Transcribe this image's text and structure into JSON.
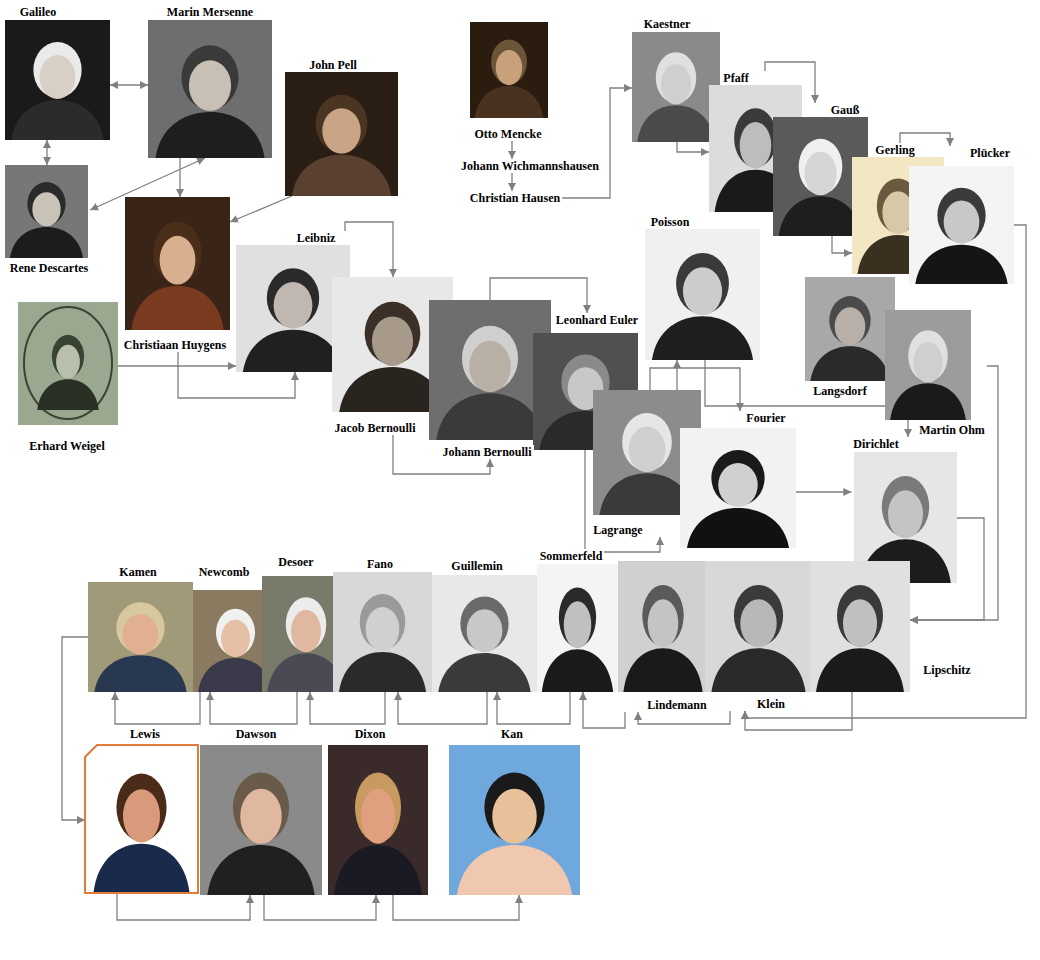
{
  "diagram": {
    "nodes": [
      {
        "text": [
          "Galileo"
        ]
      },
      {
        "text": [
          "Marin Mersenne"
        ]
      },
      {
        "text": [
          "John Pell"
        ]
      },
      {
        "text": [
          "Otto Mencke"
        ]
      },
      {
        "text": [
          "Johann Wichmannshausen"
        ]
      },
      {
        "text": [
          "Christian Hausen"
        ]
      },
      {
        "text": [
          "Kaestner"
        ]
      },
      {
        "text": [
          "Pfaff"
        ]
      },
      {
        "text": [
          "Gauß"
        ]
      },
      {
        "text": [
          "Gerling"
        ]
      },
      {
        "text": [
          "Plücker"
        ]
      },
      {
        "text": [
          "Rene Descartes"
        ]
      },
      {
        "text": [
          "Christiaan Huygens"
        ]
      },
      {
        "text": [
          "Leibniz"
        ]
      },
      {
        "text": [
          "Erhard Weigel"
        ]
      },
      {
        "text": [
          "Jacob Bernoulli"
        ]
      },
      {
        "text": [
          "Johann Bernoulli"
        ]
      },
      {
        "text": [
          "Leonhard Euler"
        ]
      },
      {
        "text": [
          "Poisson"
        ]
      },
      {
        "text": [
          "Lagrange"
        ]
      },
      {
        "text": [
          "Fourier"
        ]
      },
      {
        "text": [
          "Langsdorf"
        ]
      },
      {
        "text": [
          "Martin Ohm"
        ]
      },
      {
        "text": [
          "Dirichlet"
        ]
      },
      {
        "text": [
          "Kamen"
        ]
      },
      {
        "text": [
          "Newcomb"
        ]
      },
      {
        "text": [
          "Desoer"
        ]
      },
      {
        "text": [
          "Fano"
        ]
      },
      {
        "text": [
          "Guillemin"
        ]
      },
      {
        "text": [
          "Sommerfeld"
        ]
      },
      {
        "text": [
          "Lindemann"
        ]
      },
      {
        "text": [
          "Klein"
        ]
      },
      {
        "text": [
          "Lipschitz"
        ]
      },
      {
        "text": [
          "Lewis"
        ]
      },
      {
        "text": [
          "Dawson"
        ]
      },
      {
        "text": [
          "Dixon"
        ]
      },
      {
        "text": [
          "Kan"
        ]
      }
    ],
    "edges": [
      {
        "from": 0,
        "to": 1,
        "arrow": "both"
      },
      {
        "from": 0,
        "to": 11,
        "arrow": "both"
      },
      {
        "from": 1,
        "to": 11,
        "arrow": "both"
      },
      {
        "from": 1,
        "to": 12,
        "arrow": "to"
      },
      {
        "from": 2,
        "to": 12,
        "arrow": "to"
      },
      {
        "from": 3,
        "to": 4,
        "arrow": "to"
      },
      {
        "from": 4,
        "to": 5,
        "arrow": "to"
      },
      {
        "from": 5,
        "to": 6,
        "arrow": "to"
      },
      {
        "from": 6,
        "to": 7,
        "arrow": "to"
      },
      {
        "from": 7,
        "to": 8,
        "arrow": "to"
      },
      {
        "from": 8,
        "to": 9,
        "arrow": "to"
      },
      {
        "from": 9,
        "to": 10,
        "arrow": "to"
      },
      {
        "from": 10,
        "to": 31,
        "arrow": "to"
      },
      {
        "from": 12,
        "to": 13,
        "arrow": "to"
      },
      {
        "from": 14,
        "to": 13,
        "arrow": "to"
      },
      {
        "from": 13,
        "to": 15,
        "arrow": "to"
      },
      {
        "from": 15,
        "to": 16,
        "arrow": "to"
      },
      {
        "from": 16,
        "to": 17,
        "arrow": "to"
      },
      {
        "from": 17,
        "to": 19,
        "arrow": "to"
      },
      {
        "from": 19,
        "to": 18,
        "arrow": "to"
      },
      {
        "from": 19,
        "to": 20,
        "arrow": "to"
      },
      {
        "from": 18,
        "to": 23,
        "arrow": "to"
      },
      {
        "from": 20,
        "to": 23,
        "arrow": "to"
      },
      {
        "from": 22,
        "to": 32,
        "arrow": "to"
      },
      {
        "from": 23,
        "to": 32,
        "arrow": "to"
      },
      {
        "from": 32,
        "to": 31,
        "arrow": "to"
      },
      {
        "from": 31,
        "to": 30,
        "arrow": "to"
      },
      {
        "from": 30,
        "to": 29,
        "arrow": "to"
      },
      {
        "from": 29,
        "to": 28,
        "arrow": "to"
      },
      {
        "from": 28,
        "to": 27,
        "arrow": "to"
      },
      {
        "from": 27,
        "to": 26,
        "arrow": "to"
      },
      {
        "from": 26,
        "to": 25,
        "arrow": "to"
      },
      {
        "from": 25,
        "to": 24,
        "arrow": "to"
      },
      {
        "from": 24,
        "to": 33,
        "arrow": "to"
      },
      {
        "from": 33,
        "to": 34,
        "arrow": "to"
      },
      {
        "from": 34,
        "to": 35,
        "arrow": "to"
      },
      {
        "from": 35,
        "to": 36,
        "arrow": "to"
      }
    ]
  }
}
